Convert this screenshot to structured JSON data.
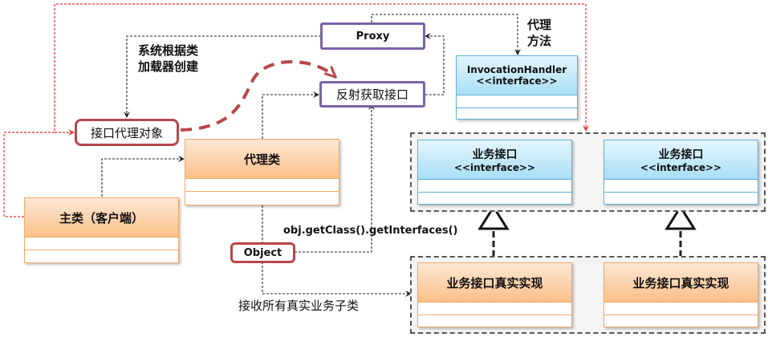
{
  "nodes": {
    "proxy": "Proxy",
    "reflect": "反射获取接口",
    "proxy_object": "接口代理对象",
    "object": "Object",
    "proxy_class": "代理类",
    "main_class": "主类（客户端）",
    "invocation_handler": {
      "name": "InvocationHandler",
      "stereotype": "<<interface>>"
    },
    "business_interfaces": [
      {
        "name": "业务接口",
        "stereotype": "<<interface>>"
      },
      {
        "name": "业务接口",
        "stereotype": "<<interface>>"
      }
    ],
    "business_impls": [
      {
        "name": "业务接口真实实现"
      },
      {
        "name": "业务接口真实实现"
      }
    ]
  },
  "annotations": {
    "classloader_line1": "系统根据类",
    "classloader_line2": "加载器创建",
    "proxy_method_line1": "代理",
    "proxy_method_line2": "方法",
    "get_interfaces": "obj.getClass().getInterfaces()",
    "receive_all": "接收所有真实业务子类"
  },
  "colors": {
    "purple_border": "#7b63a8",
    "red_border": "#b8474a",
    "orange_border": "#f2a968",
    "blue_border": "#5fb0d8",
    "red_link": "#e8322c"
  }
}
